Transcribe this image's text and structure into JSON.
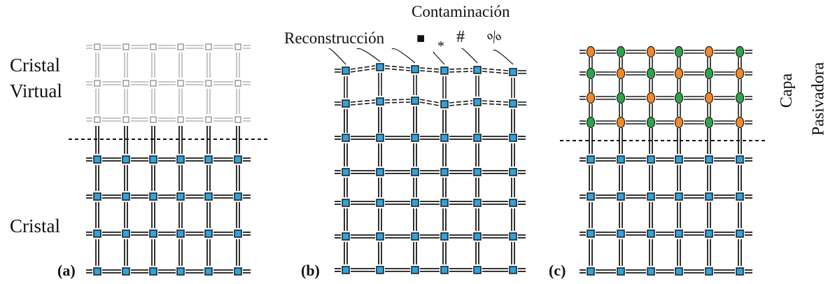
{
  "panels": {
    "a": {
      "tag": "(a)",
      "top_label_line1": "Cristal",
      "top_label_line2": "Virtual",
      "bottom_label": "Cristal"
    },
    "b": {
      "tag": "(b)",
      "label_reconstruction": "Reconstrucción",
      "label_contamination": "Contaminación",
      "contaminant_symbols": [
        "■",
        "*",
        "#",
        "%"
      ]
    },
    "c": {
      "tag": "(c)",
      "side_label_line1": "Capa",
      "side_label_line2": "Pasivadora"
    }
  },
  "colors": {
    "atom_fill": "#2ea3dd",
    "atom_stroke": "#1a1a1a",
    "virtual_atom_stroke": "#9a9a9a",
    "passivator_orange": "#f0892c",
    "passivator_green": "#2ea44a",
    "bond": "#1a1a1a",
    "virtual_bond": "#a8a8a8"
  }
}
